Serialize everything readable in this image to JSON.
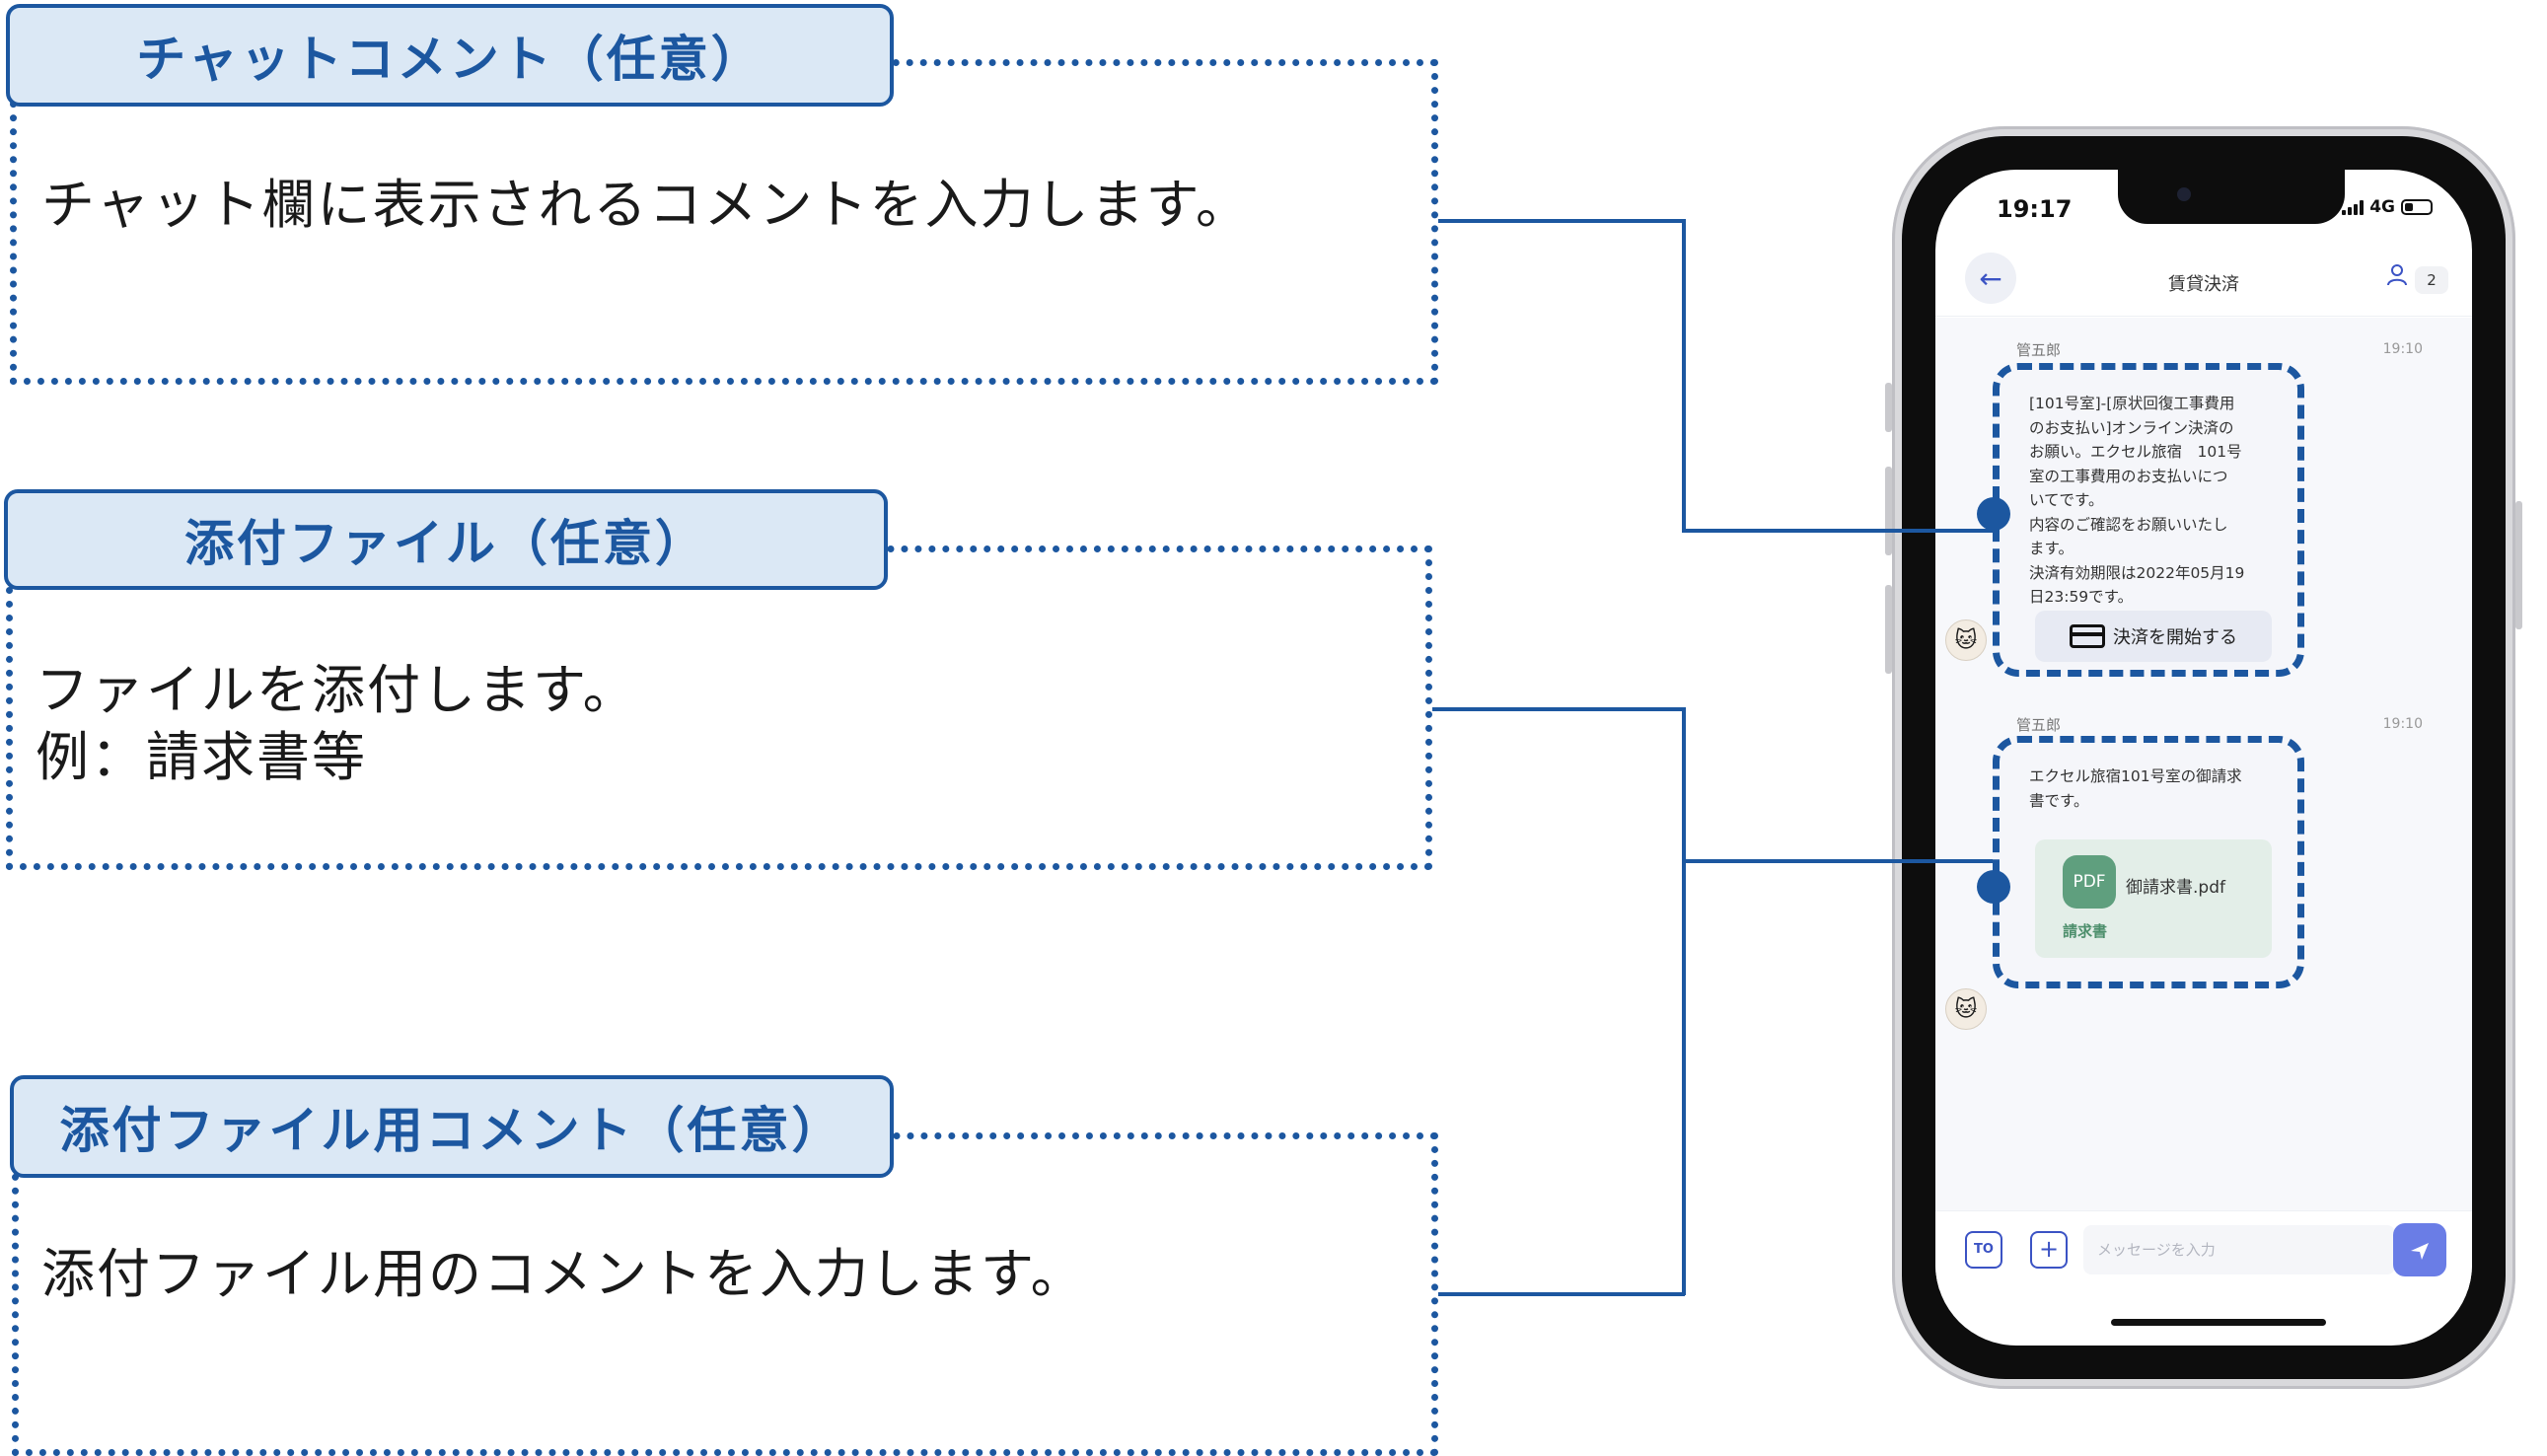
{
  "callouts": [
    {
      "title": "チャットコメント（任意）",
      "lines": [
        "チャット欄に表示されるコメントを入力します。"
      ]
    },
    {
      "title": "添付ファイル（任意）",
      "lines": [
        "ファイルを添付します。",
        "例：請求書等"
      ]
    },
    {
      "title": "添付ファイル用コメント（任意）",
      "lines": [
        "添付ファイル用のコメントを入力します。"
      ]
    }
  ],
  "phone": {
    "status": {
      "time": "19:17",
      "network": "4G"
    },
    "header": {
      "title": "賃貸決済",
      "member_count": "2"
    },
    "messages": [
      {
        "sender": "管五郎",
        "time": "19:10",
        "text_lines": [
          "[101号室]-[原状回復工事費用",
          "のお支払い]オンライン決済の",
          "お願い。エクセル旅宿　101号",
          "室の工事費用のお支払いにつ",
          "いてです。",
          "内容のご確認をお願いいたし",
          "ます。",
          "決済有効期限は2022年05月19",
          "日23:59です。"
        ],
        "button_label": "決済を開始する"
      },
      {
        "sender": "管五郎",
        "time": "19:10",
        "text_lines": [
          "エクセル旅宿101号室の御請求",
          "書です。"
        ],
        "file": {
          "type_label": "PDF",
          "name": "御請求書.pdf",
          "comment": "請求書"
        }
      }
    ],
    "input": {
      "to_label": "TO",
      "plus_label": "+",
      "placeholder": "メッセージを入力"
    }
  },
  "colors": {
    "accent": "#1c57a0",
    "callout_fill": "#dbe8f5",
    "send_button": "#6a7de6",
    "pdf_badge": "#5f9f7e"
  }
}
